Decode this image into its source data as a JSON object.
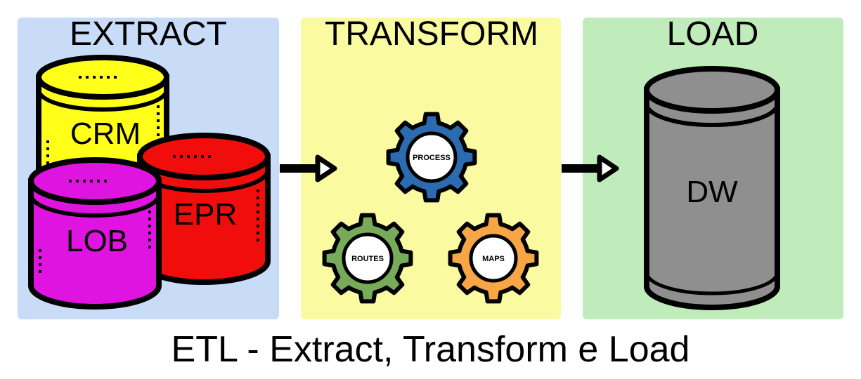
{
  "panels": {
    "extract": {
      "title": "EXTRACT",
      "color": "#c8dcf8"
    },
    "transform": {
      "title": "TRANSFORM",
      "color": "#fafaa0"
    },
    "load": {
      "title": "LOAD",
      "color": "#c0ecbc"
    }
  },
  "sources": {
    "crm": {
      "label": "CRM",
      "color": "#ffff1a"
    },
    "epr": {
      "label": "EPR",
      "color": "#f20d0d"
    },
    "lob": {
      "label": "LOB",
      "color": "#e014e0"
    }
  },
  "gears": {
    "process": {
      "label": "PROCESS",
      "color": "#2b6cb0"
    },
    "routes": {
      "label": "ROUTES",
      "color": "#77ab59"
    },
    "maps": {
      "label": "MAPS",
      "color": "#f7a545"
    }
  },
  "target": {
    "label": "DW",
    "color": "#8f8f8f"
  },
  "caption": "ETL - Extract, Transform e Load"
}
